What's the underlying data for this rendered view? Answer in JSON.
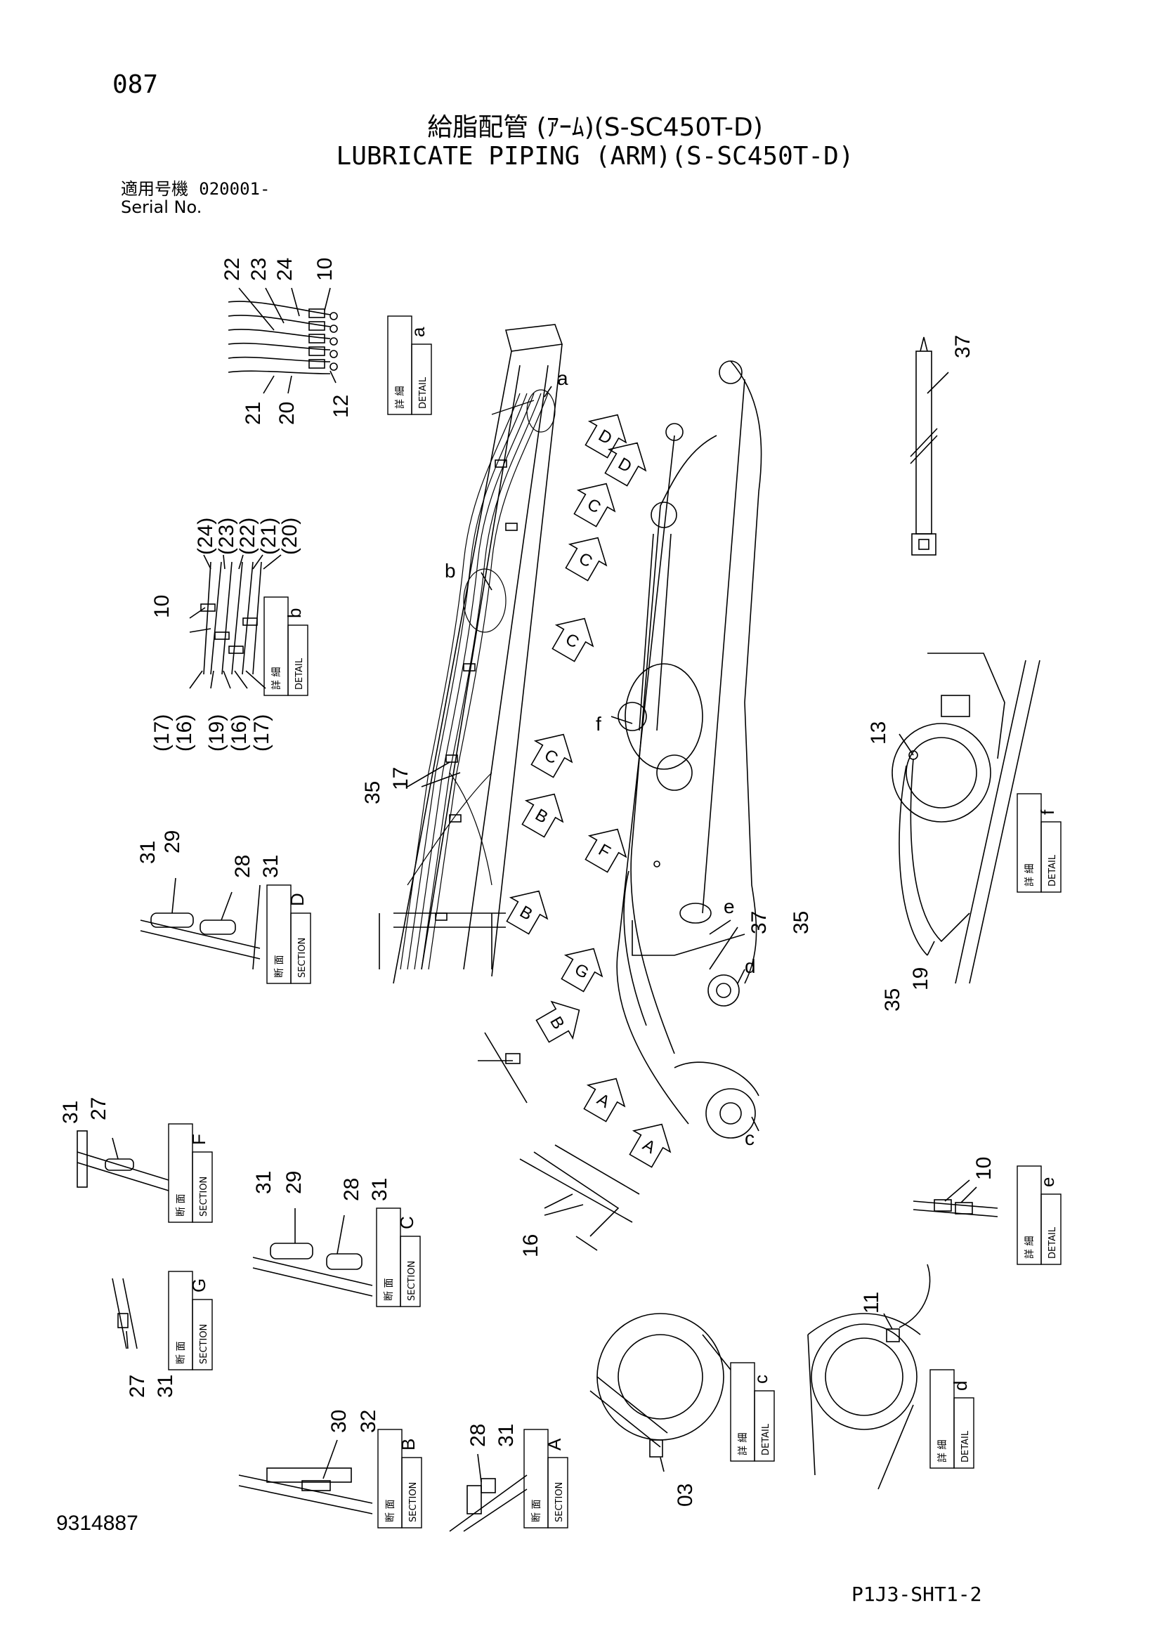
{
  "header": {
    "page_number": "087",
    "title_jp": "給脂配管 (ｱｰﾑ)(S-SC450T-D)",
    "title_en": "LUBRICATE PIPING (ARM)(S-SC450T-D)",
    "serial_label_jp": "適用号機",
    "serial_value": "020001-",
    "serial_label_en": "Serial No."
  },
  "footer": {
    "drawing_number": "9314887",
    "sheet_id": "P1J3-SHT1-2"
  },
  "box_labels": {
    "detail_jp": "詳 細",
    "detail_en": "DETAIL",
    "section_jp": "断 面",
    "section_en": "SECTION"
  },
  "callouts": {
    "detail_a": [
      "22",
      "23",
      "24",
      "10",
      "21",
      "20",
      "12"
    ],
    "detail_b_top": [
      "(24)",
      "(23)",
      "(22)",
      "(21)",
      "(20)"
    ],
    "detail_b_bottom": [
      "(17)",
      "(16)",
      "(19)",
      "(16)",
      "(17)"
    ],
    "detail_b_side": "10",
    "part_37_top": "37",
    "main_35_17": [
      "35",
      "17"
    ],
    "main_37_35": [
      "37",
      "35"
    ],
    "detail_f": [
      "13",
      "35",
      "19"
    ],
    "section_d": [
      "31",
      "29",
      "28",
      "31"
    ],
    "section_f": [
      "31",
      "27"
    ],
    "section_c": [
      "31",
      "29",
      "28",
      "31"
    ],
    "section_g": [
      "27",
      "31"
    ],
    "section_b": [
      "30",
      "32"
    ],
    "section_a": [
      "28",
      "31"
    ],
    "part_16": "16",
    "detail_e": "10",
    "detail_c": "03",
    "detail_d": "11"
  },
  "detail_letters": [
    "a",
    "b",
    "f",
    "e",
    "c",
    "d"
  ],
  "section_letters": [
    "D",
    "F",
    "C",
    "G",
    "B",
    "A"
  ],
  "view_markers": {
    "a": "a",
    "b": "b",
    "c": "c",
    "d": "d",
    "e": "e",
    "f": "f"
  },
  "section_arrows": [
    "D",
    "D",
    "C",
    "C",
    "C",
    "C",
    "B",
    "F",
    "B",
    "G",
    "B",
    "A",
    "A"
  ]
}
